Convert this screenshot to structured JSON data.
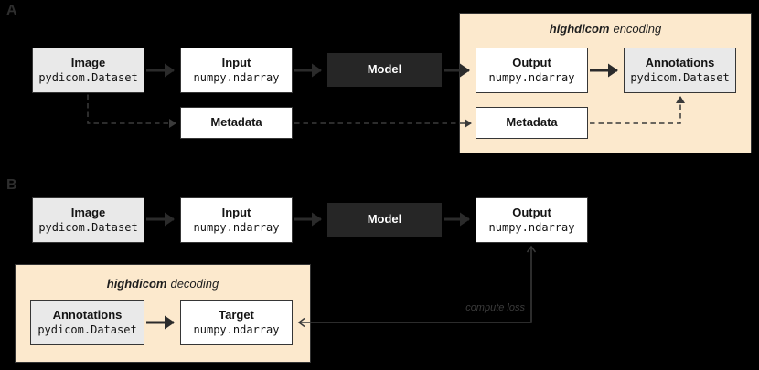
{
  "colors": {
    "background": "#000000",
    "group_fill": "#fce9cd",
    "dataset_box_fill": "#e9e9e9",
    "array_box_fill": "#ffffff",
    "model_box_fill": "#262626",
    "stroke": "#343434"
  },
  "panel_a": {
    "label": "A",
    "group_title": {
      "emphasis": "highdicom",
      "rest": "encoding"
    },
    "boxes": {
      "image": {
        "title": "Image",
        "subtitle": "pydicom.Dataset"
      },
      "input": {
        "title": "Input",
        "subtitle": "numpy.ndarray"
      },
      "model": {
        "title": "Model"
      },
      "output": {
        "title": "Output",
        "subtitle": "numpy.ndarray"
      },
      "annotations": {
        "title": "Annotations",
        "subtitle": "pydicom.Dataset"
      },
      "metadata_source": {
        "title": "Metadata"
      },
      "metadata_encoded": {
        "title": "Metadata"
      }
    }
  },
  "panel_b": {
    "label": "B",
    "group_title": {
      "emphasis": "highdicom",
      "rest": "decoding"
    },
    "loss_label": "compute loss",
    "boxes": {
      "image": {
        "title": "Image",
        "subtitle": "pydicom.Dataset"
      },
      "input": {
        "title": "Input",
        "subtitle": "numpy.ndarray"
      },
      "model": {
        "title": "Model"
      },
      "output": {
        "title": "Output",
        "subtitle": "numpy.ndarray"
      },
      "annotations": {
        "title": "Annotations",
        "subtitle": "pydicom.Dataset"
      },
      "target": {
        "title": "Target",
        "subtitle": "numpy.ndarray"
      }
    }
  }
}
